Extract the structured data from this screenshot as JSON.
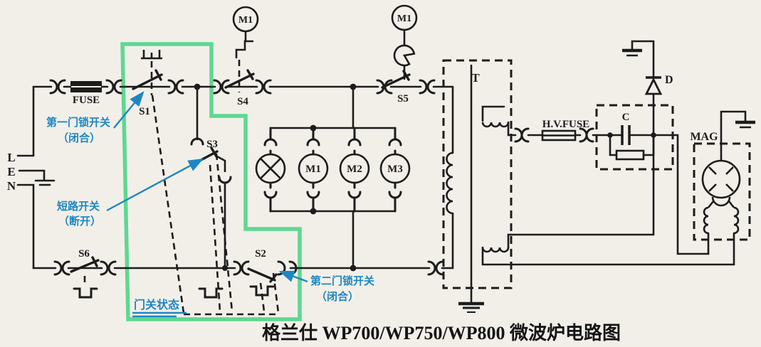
{
  "title": "格兰仕 WP700/WP750/WP800 微波炉电路图",
  "colors": {
    "wire": "#1c1c1c",
    "annotation_blue": "#1d87c2",
    "highlight_green": "#55d68c",
    "paper": "#f2efe9"
  },
  "terminals": {
    "live": "L",
    "earth": "E",
    "neutral": "N"
  },
  "labels": {
    "fuse": "FUSE",
    "hv_fuse": "H.V.FUSE",
    "transformer": "T",
    "capacitor": "C",
    "diode": "D",
    "magnetron": "MAG",
    "s1": "S1",
    "s2": "S2",
    "s3": "S3",
    "s4": "S4",
    "s5": "S5",
    "s6": "S6",
    "motor_turntable": "M1",
    "motor_timer": "M1",
    "motor_fan": "M1",
    "motor_m2": "M2",
    "motor_m3": "M3"
  },
  "annotations": {
    "s1_note_line1": "第一门锁开关",
    "s1_note_line2": "（闭合）",
    "s3_note_line1": "短路开关",
    "s3_note_line2": "（断开）",
    "s2_note_line1": "第二门锁开关",
    "s2_note_line2": "（闭合）",
    "door_state": "门关状态"
  }
}
